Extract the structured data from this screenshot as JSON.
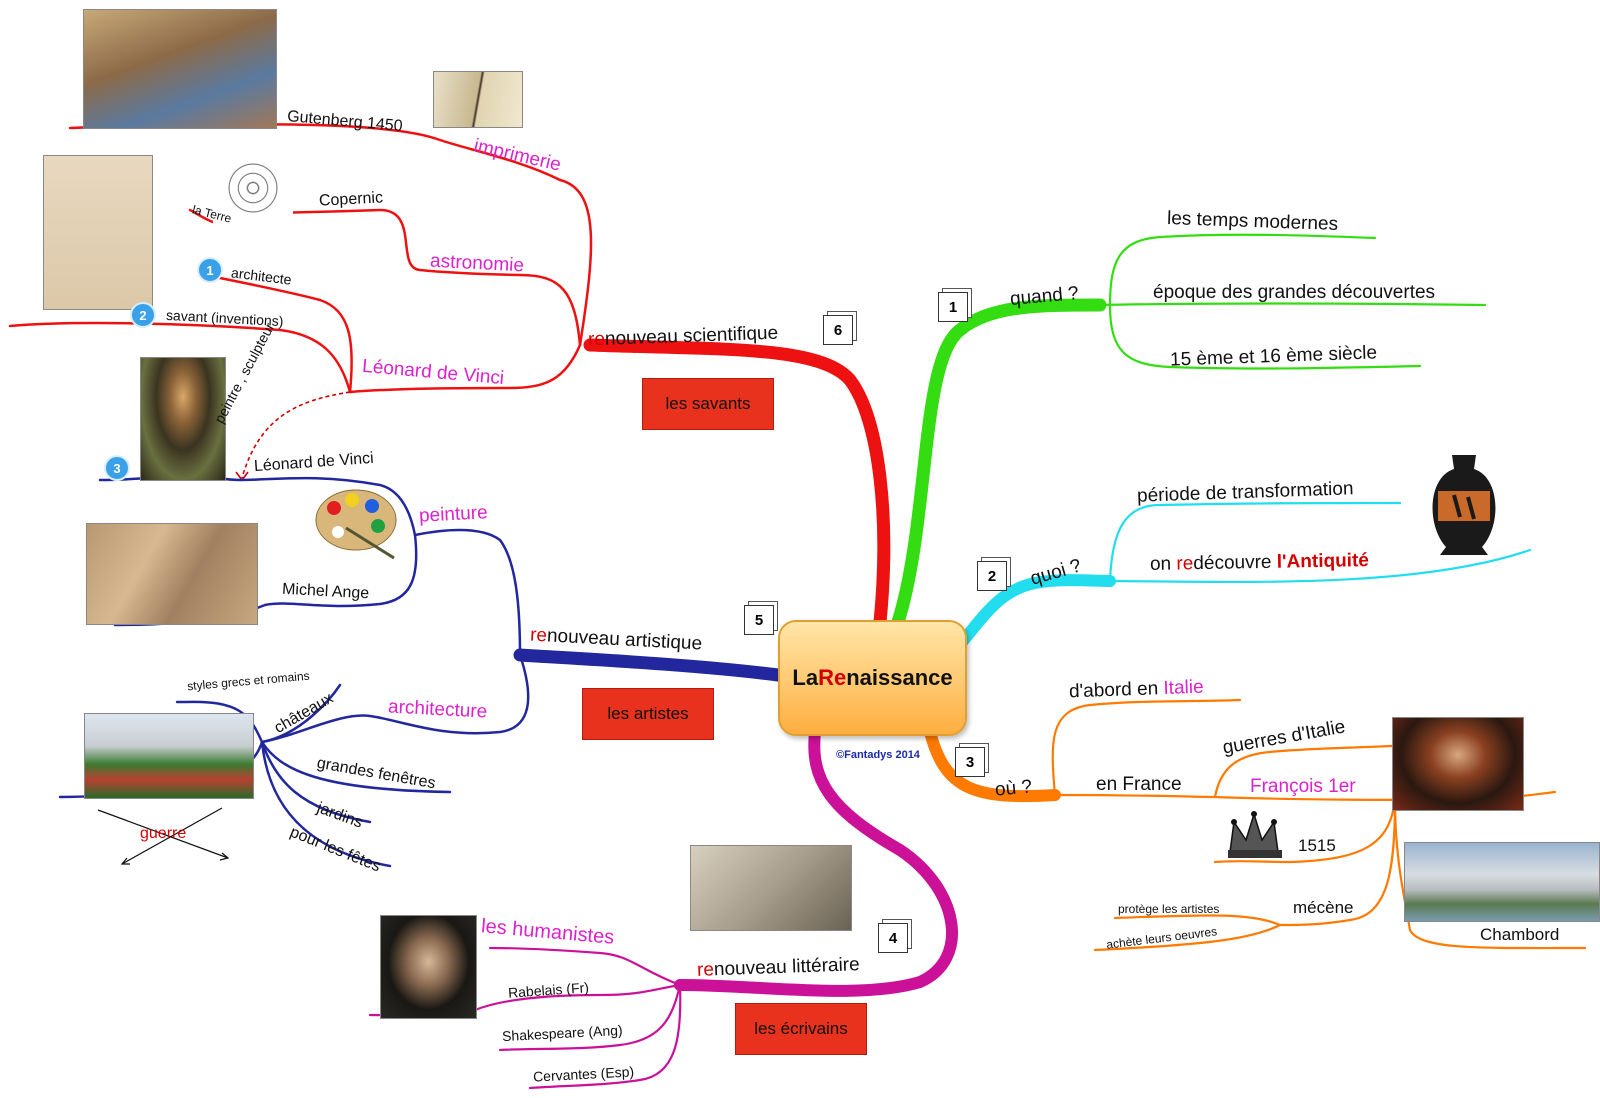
{
  "colors": {
    "red": "#ee1111",
    "green": "#33dd11",
    "cyan": "#22ddee",
    "orange": "#ff7a00",
    "magenta": "#cc1199",
    "blue": "#22279e",
    "badge": "#e8321e",
    "label_accent": "#dd22cc"
  },
  "center": {
    "pre": "La ",
    "accent": "Re",
    "post": "naissance",
    "copyright": "©Fantadys 2014"
  },
  "science": {
    "num": "6",
    "title_pre": "re",
    "title_post": "nouveau scientifique",
    "badge": "les savants",
    "imprimerie": "imprimerie",
    "gutenberg": "Gutenberg 1450",
    "astronomie": "astronomie",
    "copernic": "Copernic",
    "terre": "la Terre",
    "leonard": "Léonard de Vinci",
    "architecte": "architecte",
    "savant": "savant (inventions)",
    "peintre": "peintre , sculpteur",
    "c1": "1",
    "c2": "2"
  },
  "art": {
    "num": "5",
    "title_pre": "re",
    "title_post": "nouveau artistique",
    "badge": "les artistes",
    "peinture": "peinture",
    "leonard": "Léonard de Vinci",
    "michel": "Michel Ange",
    "c3": "3",
    "architecture": "architecture",
    "chateaux": "châteaux",
    "styles": "styles grecs et romains",
    "fenetres": "grandes fenêtres",
    "jardins": "jardins",
    "fetes": "pour les fêtes",
    "guerre": "guerre"
  },
  "litt": {
    "num": "4",
    "title_pre": "re",
    "title_post": "nouveau littéraire",
    "badge": "les écrivains",
    "humanistes": "les humanistes",
    "rabelais": "Rabelais (Fr)",
    "shakespeare": "Shakespeare (Ang)",
    "cervantes": "Cervantes (Esp)"
  },
  "quand": {
    "num": "1",
    "label": "quand ?",
    "modernes": "les temps modernes",
    "decouvertes": "époque des grandes découvertes",
    "siecle": "15 ème et 16 ème siècle"
  },
  "quoi": {
    "num": "2",
    "label": "quoi ?",
    "periode": "période de transformation",
    "pre": "on ",
    "red": "re",
    "mid": "découvre ",
    "antiquite": "l'Antiquité"
  },
  "ou": {
    "num": "3",
    "label": "où ?",
    "abord_pre": "d'abord en ",
    "abord_it": "Italie",
    "france": "en France",
    "guerres": "guerres d'Italie",
    "francois": "François 1er",
    "annee": "1515",
    "mecene": "mécène",
    "protege": "protège les artistes",
    "achete": "achète leurs oeuvres",
    "chambord": "Chambord"
  }
}
